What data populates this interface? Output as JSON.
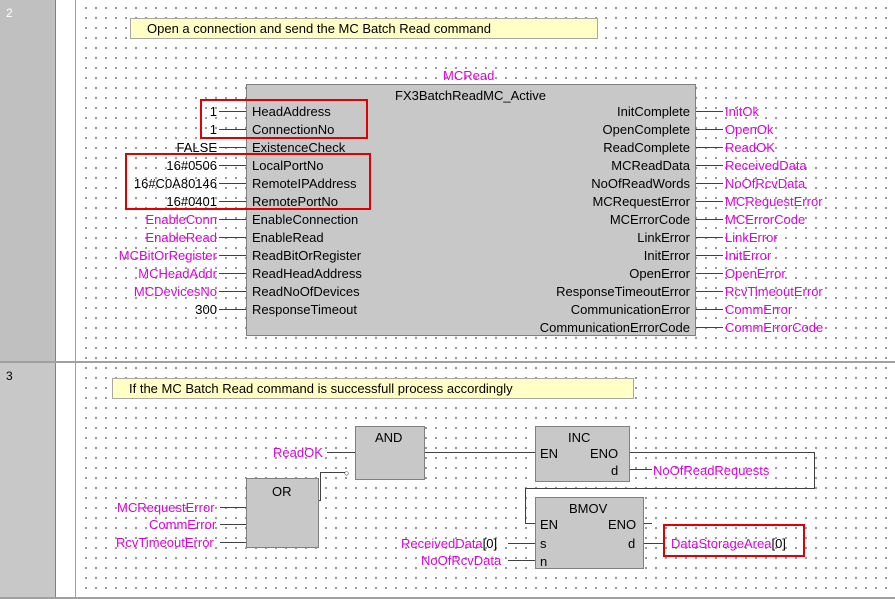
{
  "rows": [
    {
      "number": "2"
    },
    {
      "number": "3"
    }
  ],
  "network2": {
    "comment": "Open a connection and send the MC Batch Read command",
    "instance_name": "MCRead",
    "block_type": "FX3BatchReadMC_Active",
    "inputs": [
      {
        "value": "1",
        "pin": "HeadAddress"
      },
      {
        "value": "1",
        "pin": "ConnectionNo"
      },
      {
        "value": "FALSE",
        "pin": "ExistenceCheck"
      },
      {
        "value": "16#0506",
        "pin": "LocalPortNo"
      },
      {
        "value": "16#C0A80146",
        "pin": "RemoteIPAddress"
      },
      {
        "value": "16#0401",
        "pin": "RemotePortNo"
      },
      {
        "value": "EnableConn",
        "pin": "EnableConnection"
      },
      {
        "value": "EnableRead",
        "pin": "EnableRead"
      },
      {
        "value": "MCBitOrRegister",
        "pin": "ReadBitOrRegister"
      },
      {
        "value": "MCHeadAddr",
        "pin": "ReadHeadAddress"
      },
      {
        "value": "MCDevicesNo",
        "pin": "ReadNoOfDevices"
      },
      {
        "value": "300",
        "pin": "ResponseTimeout"
      }
    ],
    "outputs": [
      {
        "pin": "InitComplete",
        "value": "InitOk"
      },
      {
        "pin": "OpenComplete",
        "value": "OpenOk"
      },
      {
        "pin": "ReadComplete",
        "value": "ReadOK"
      },
      {
        "pin": "MCReadData",
        "value": "ReceivedData"
      },
      {
        "pin": "NoOfReadWords",
        "value": "NoOfRcvData"
      },
      {
        "pin": "MCRequestError",
        "value": "MCRequestError"
      },
      {
        "pin": "MCErrorCode",
        "value": "MCErrorCode"
      },
      {
        "pin": "LinkError",
        "value": "LinkError"
      },
      {
        "pin": "InitError",
        "value": "InitError"
      },
      {
        "pin": "OpenError",
        "value": "OpenError"
      },
      {
        "pin": "ResponseTimeoutError",
        "value": "RcvTimeoutError"
      },
      {
        "pin": "CommunicationError",
        "value": "CommError"
      },
      {
        "pin": "CommunicationErrorCode",
        "value": "CommErrorCode"
      }
    ]
  },
  "network3": {
    "comment": "If the MC Batch Read command is successfull process accordingly",
    "and_block": {
      "title": "AND",
      "input": "ReadOK"
    },
    "or_block": {
      "title": "OR",
      "inputs": [
        "MCRequestError",
        "CommError",
        "RcvTimeoutError"
      ]
    },
    "inc_block": {
      "title": "INC",
      "en": "EN",
      "eno": "ENO",
      "d": "d",
      "d_var": "NoOfReadRequests"
    },
    "bmov_block": {
      "title": "BMOV",
      "en": "EN",
      "eno": "ENO",
      "s": "s",
      "n": "n",
      "d": "d",
      "s_var": "ReceivedData",
      "s_index": "[0]",
      "n_var": "NoOfRcvData",
      "d_var": "DataStorageArea",
      "d_index": "[0]"
    }
  },
  "colors": {
    "variable": "#e000e0",
    "block": "#c8c8c8",
    "comment": "#ffffc6",
    "highlight": "#e00000"
  }
}
